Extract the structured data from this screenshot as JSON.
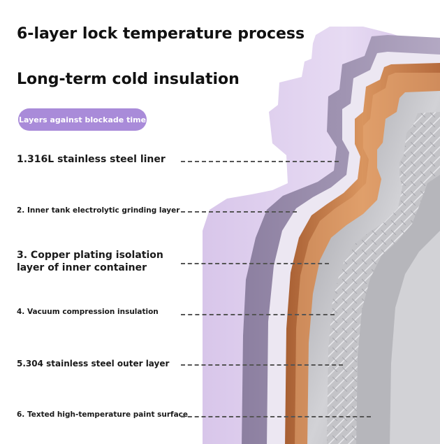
{
  "headline": "6-layer lock temperature process",
  "subheadline": "Long-term cold insulation",
  "badge": {
    "label": "Layers against blockade time",
    "color": "#a98bd9"
  },
  "layers": [
    "1.316L stainless steel liner",
    "2. Inner tank electrolytic grinding layer",
    "3. Copper plating isolation\nlayer of inner container",
    "4. Vacuum compression insulation",
    "5.304 stainless steel outer layer",
    "6. Texted high-temperature paint surface"
  ],
  "colors": {
    "paint": "#dccbec",
    "copper": "#c27a4a",
    "steel": "#b9b9bf",
    "leader": "#555555"
  }
}
